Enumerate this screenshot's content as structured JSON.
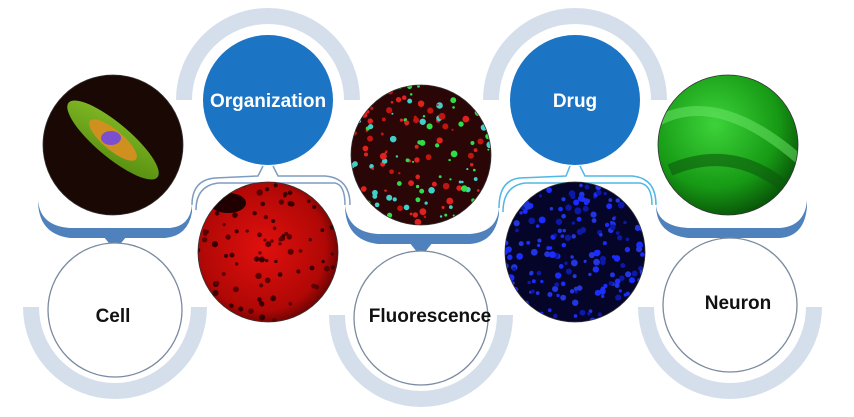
{
  "nodes": {
    "cell": "Cell",
    "organization": "Organization",
    "fluorescence": "Fluorescence",
    "drug": "Drug",
    "neuron": "Neuron"
  },
  "colors": {
    "accent_blue": "#1b74c4",
    "brace_blue": "#4f81bd",
    "arc_light": "#d5dfec",
    "connector_gray": "#7f9cc0",
    "connector_cyan": "#4fb8e6",
    "outline": "#7a8aa0"
  },
  "images": [
    "cell-fluorescence-micrograph",
    "tissue-red-micrograph",
    "neural-red-green-micrograph",
    "nuclei-blue-micrograph",
    "neuron-green-micrograph"
  ]
}
